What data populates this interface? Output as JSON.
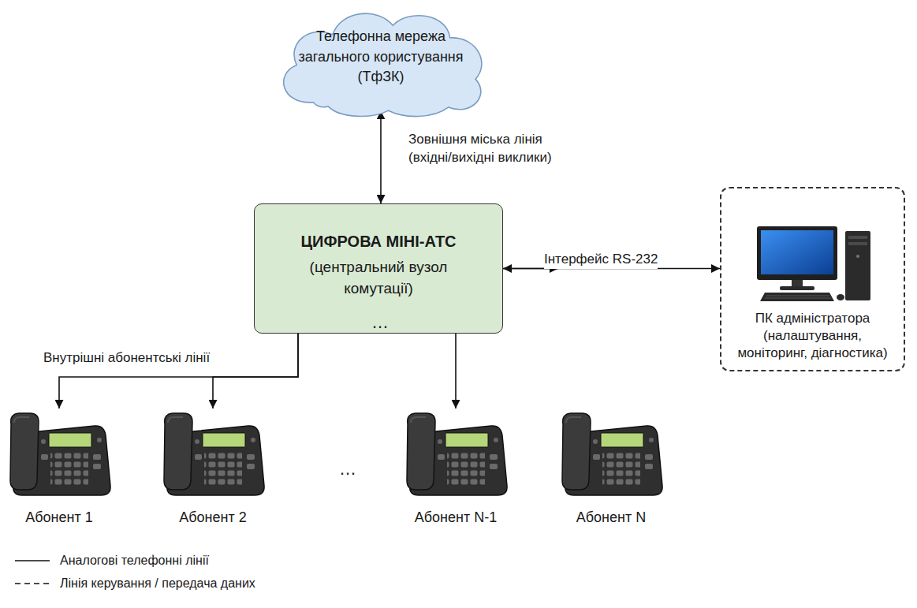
{
  "diagram": {
    "nodes": [
      {
        "text": [
          "Телефонна мережа загального користування (ТфЗК)"
        ]
      },
      {
        "text": [
          "ЦИФРОВА МІНІ-АТС",
          "(центральний вузол комутації)"
        ]
      },
      {
        "text": [
          "ПК адміністратора (налаштування, моніторинг, діагностика)"
        ]
      },
      {
        "text": [
          "Абонент 1"
        ]
      },
      {
        "text": [
          "Абонент 2"
        ]
      },
      {
        "text": [
          "Абонент N-1"
        ]
      },
      {
        "text": [
          "Абонент N"
        ]
      }
    ],
    "edges": [
      {
        "from": 0,
        "to": 1,
        "arrow": "both",
        "label": "Зовнішня міська лінія (вхідні/вихідні виклики)"
      },
      {
        "from": 1,
        "to": 2,
        "arrow": "both",
        "label": "Інтерфейс RS-232"
      },
      {
        "from": 1,
        "to": 3,
        "arrow": "to"
      },
      {
        "from": 1,
        "to": 4,
        "arrow": "to"
      },
      {
        "from": 1,
        "to": 5,
        "arrow": "to"
      },
      {
        "from": 1,
        "to": 6,
        "arrow": "to"
      }
    ],
    "labels": [
      "Внутрішні абонентські лінії",
      "…",
      "…"
    ],
    "legend": [
      {
        "text": "Аналогові телефонні лінії"
      },
      {
        "text": "Лінія керування / передача даних"
      }
    ]
  }
}
